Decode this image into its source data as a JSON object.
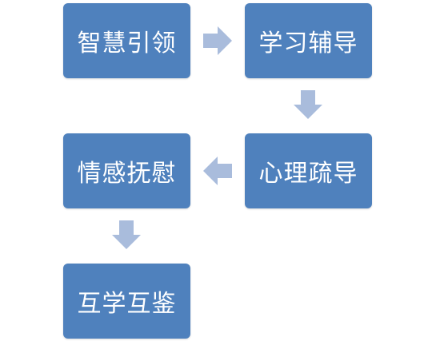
{
  "nodes": [
    {
      "id": "b1",
      "label": "智慧引领"
    },
    {
      "id": "b2",
      "label": "学习辅导"
    },
    {
      "id": "b3",
      "label": "心理疏导"
    },
    {
      "id": "b4",
      "label": "情感抚慰"
    },
    {
      "id": "b5",
      "label": "互学互鉴"
    }
  ],
  "edges": [
    {
      "from": "智慧引领",
      "to": "学习辅导",
      "direction": "right"
    },
    {
      "from": "学习辅导",
      "to": "心理疏导",
      "direction": "down"
    },
    {
      "from": "心理疏导",
      "to": "情感抚慰",
      "direction": "left"
    },
    {
      "from": "情感抚慰",
      "to": "互学互鉴",
      "direction": "down"
    }
  ],
  "colors": {
    "box_fill": "#4f81bd",
    "box_text": "#ffffff",
    "arrow_fill": "#a9bcdc"
  }
}
